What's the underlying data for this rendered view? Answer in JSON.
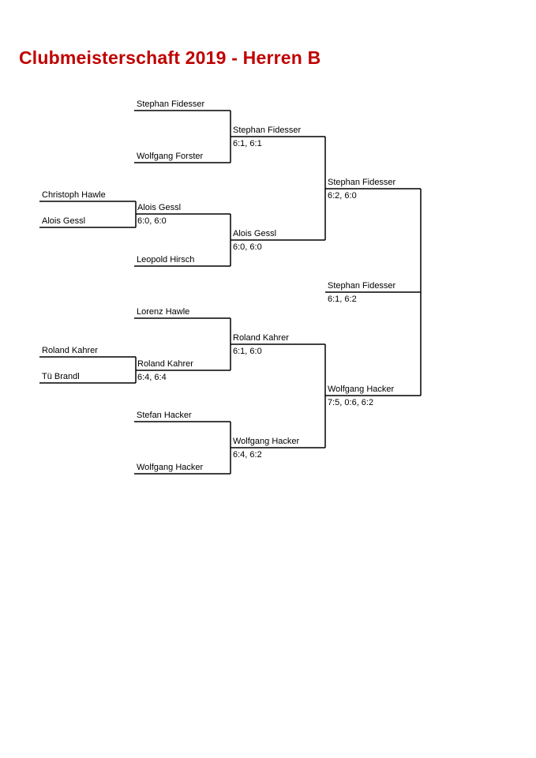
{
  "page": {
    "title": "Clubmeisterschaft 2019 - Herren B",
    "title_color": "#c00000",
    "line_color": "#000000"
  },
  "bracket": {
    "round1": {
      "m1": {
        "player1": "Christoph Hawle",
        "player2": "Alois Gessl"
      },
      "m2": {
        "player1": "Roland Kahrer",
        "player2": "Tü Brandl"
      }
    },
    "round2": {
      "m1": {
        "player1": "Stephan Fidesser",
        "player2": "Wolfgang Forster"
      },
      "m2": {
        "player1": "Alois Gessl",
        "score": "6:0, 6:0",
        "player2": "Leopold Hirsch"
      },
      "m3": {
        "player1": "Lorenz Hawle",
        "player2": "Roland Kahrer",
        "score": "6:4, 6:4"
      },
      "m4": {
        "player1": "Stefan Hacker",
        "player2": "Wolfgang Hacker"
      }
    },
    "round3": {
      "m1": {
        "player1": "Stephan Fidesser",
        "score1": "6:1, 6:1",
        "player2": "Alois Gessl",
        "score2": "6:0, 6:0"
      },
      "m2": {
        "player1": "Roland Kahrer",
        "score1": "6:1, 6:0",
        "player2": "Wolfgang Hacker",
        "score2": "6:4, 6:2"
      }
    },
    "round4": {
      "m1": {
        "player1": "Stephan Fidesser",
        "score1": "6:2, 6:0",
        "player2": "Wolfgang Hacker",
        "score2": "7:5, 0:6, 6:2"
      }
    },
    "final": {
      "winner": "Stephan Fidesser",
      "score": "6:1, 6:2"
    }
  }
}
